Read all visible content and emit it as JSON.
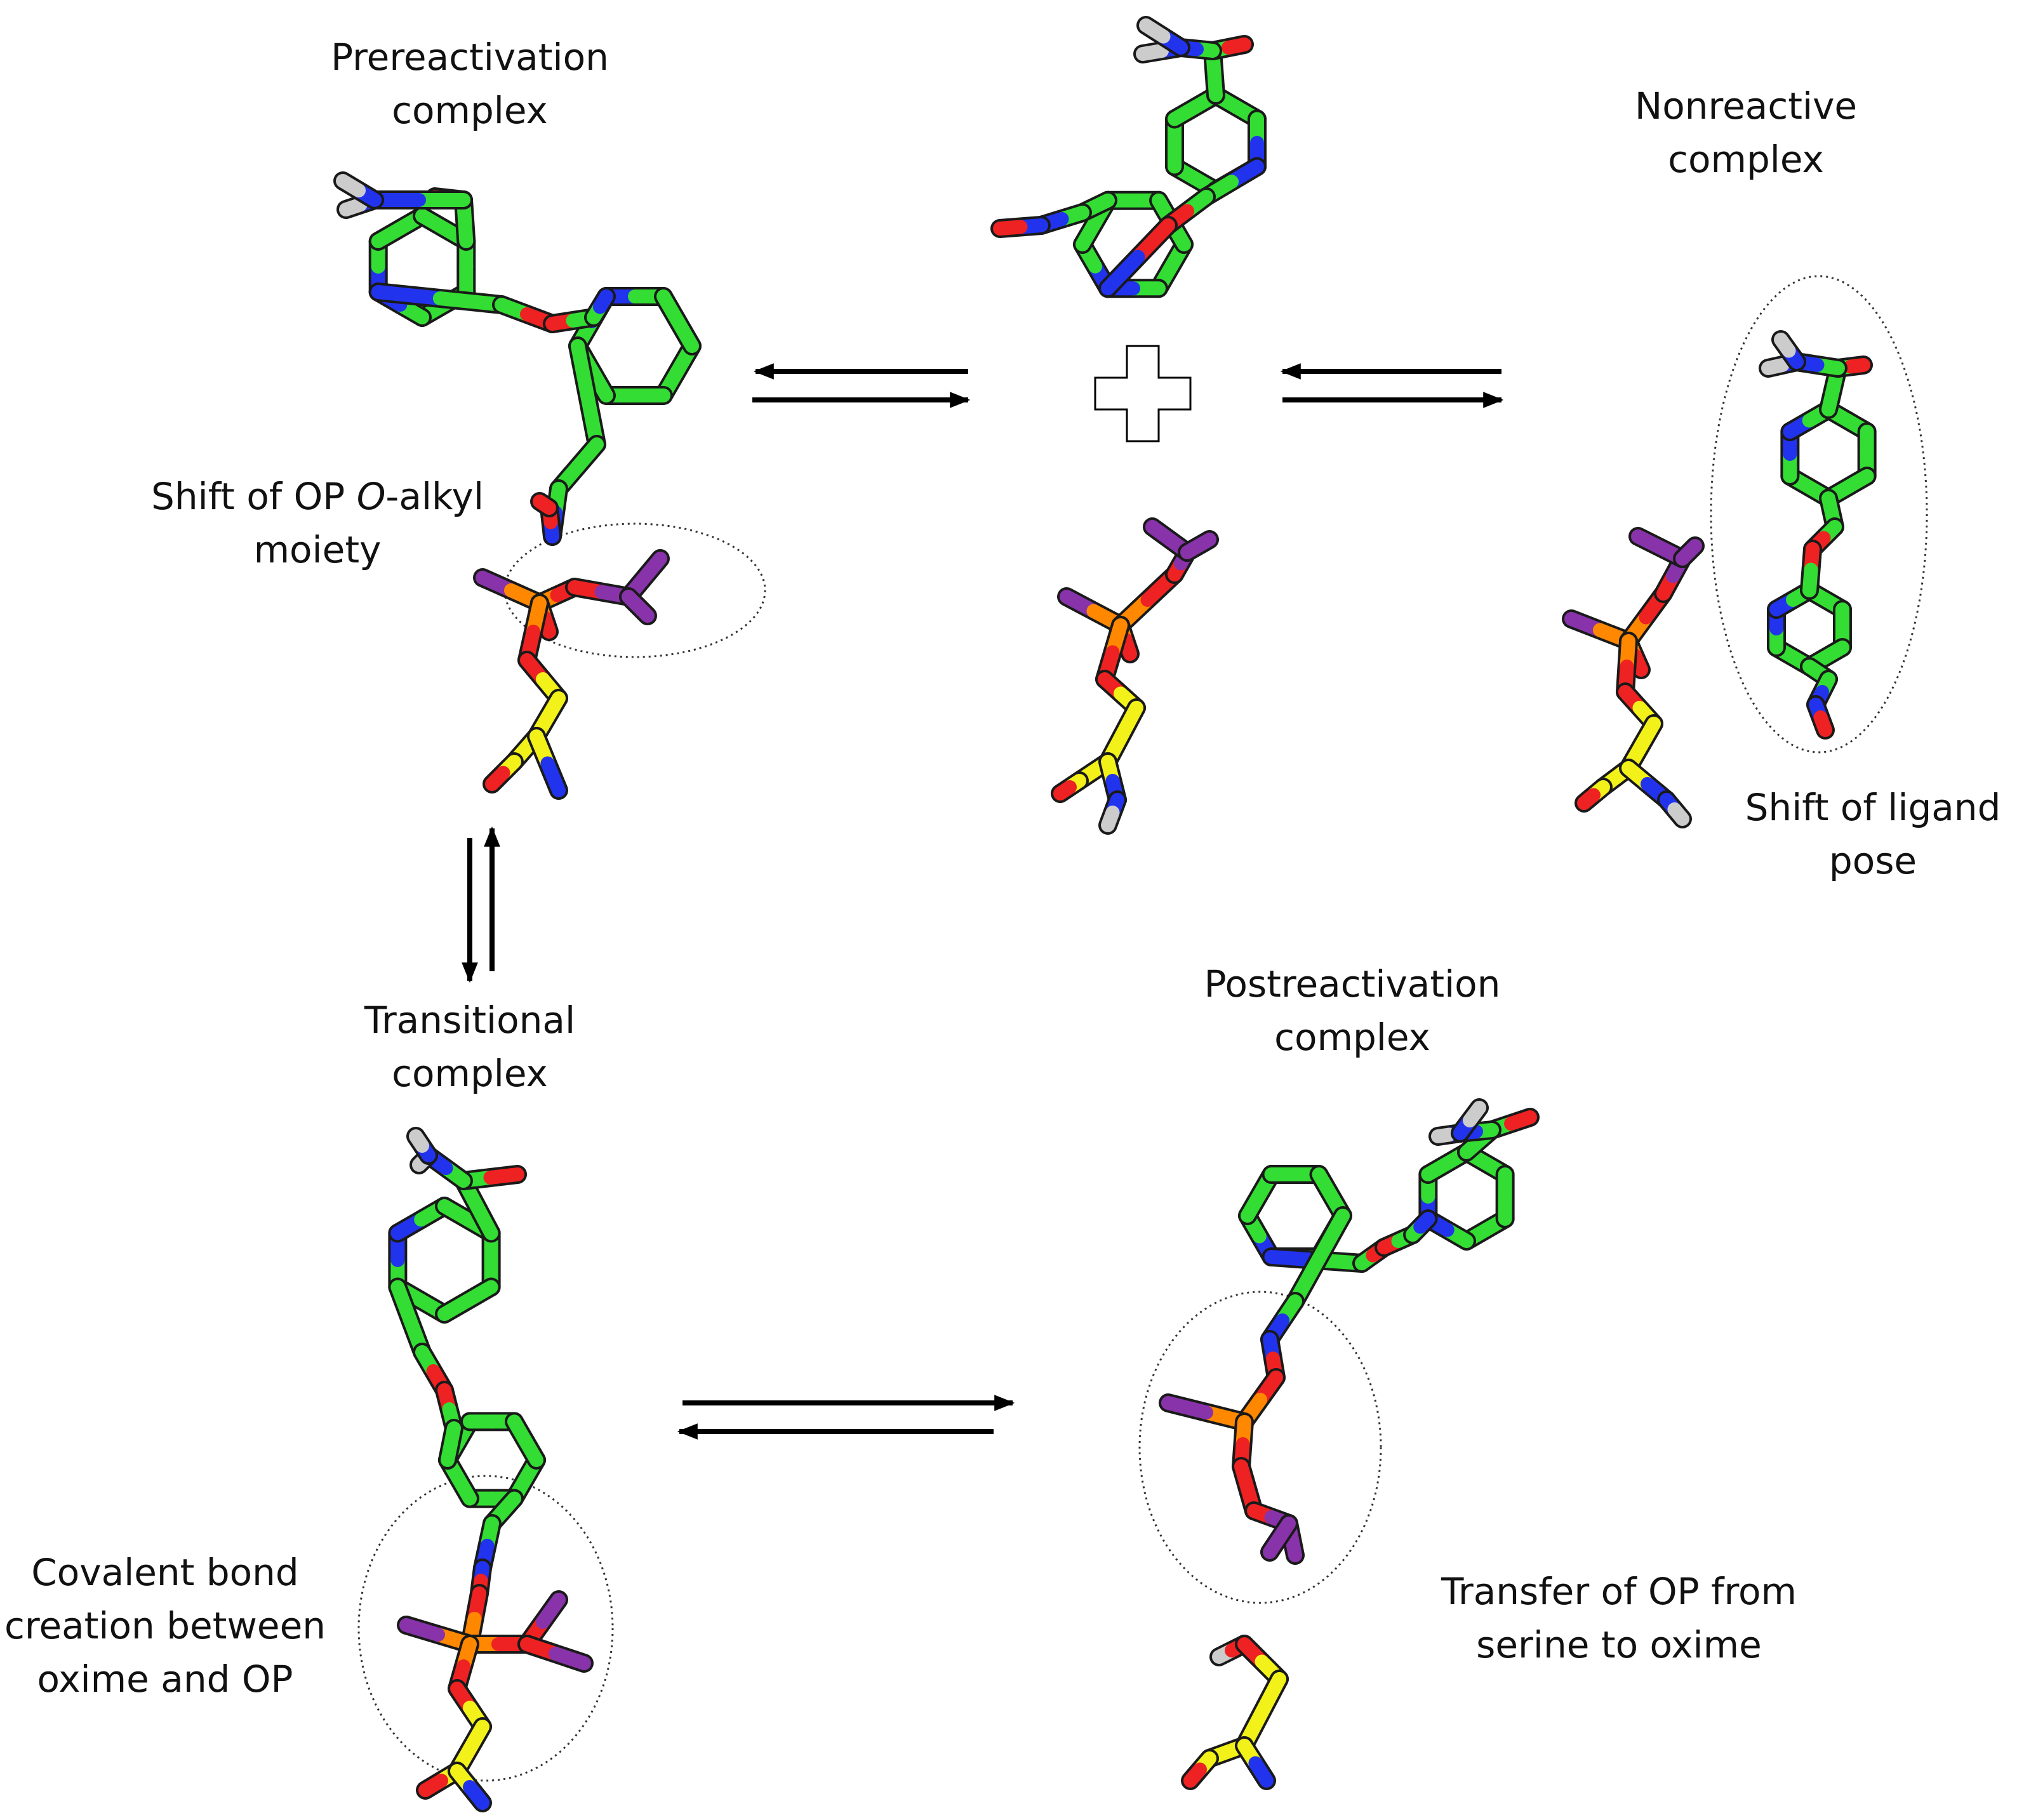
{
  "labels": {
    "prereactivation": [
      "Prereactivation",
      "complex"
    ],
    "nonreactive": [
      "Nonreactive",
      "complex"
    ],
    "shift_alkyl": {
      "pre": "Shift of OP ",
      "italic": "O",
      "post": "-alkyl",
      "line2": "moiety"
    },
    "shift_ligand": [
      "Shift of ligand",
      "pose"
    ],
    "transitional": [
      "Transitional",
      "complex"
    ],
    "postreactivation": [
      "Postreactivation",
      "complex"
    ],
    "covalent": [
      "Covalent bond",
      "creation between",
      "oxime and OP"
    ],
    "transfer": [
      "Transfer of OP from",
      "serine to oxime"
    ]
  },
  "colors": {
    "carbon_ligand": "#33dd33",
    "carbon_serine": "#f2f21a",
    "nitrogen": "#2233ee",
    "oxygen": "#ee2222",
    "phosphorus": "#ff8800",
    "alkyl": "#8833aa",
    "hydrogen": "#cccccc"
  }
}
